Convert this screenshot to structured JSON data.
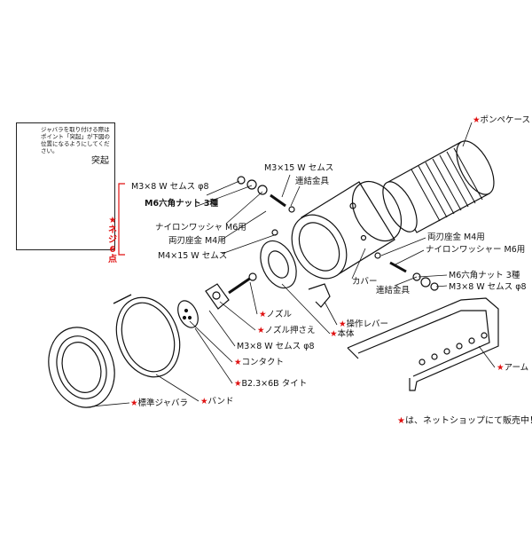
{
  "inset": {
    "note": "ジャバラを取り付ける際は ポイント「突起」が下図の位置になるようにしてください。",
    "protrusion": "突起"
  },
  "screw_group": {
    "bracket_text": "ネジ6点",
    "items": [
      "M3×8 W セムス φ8",
      "M6六角ナット 3種",
      "ナイロンワッシャ M6用",
      "両刃座金 M4用",
      "M4×15 W セムス"
    ]
  },
  "labels": {
    "pump_case": "ポンペケース",
    "m3x15": "M3×15 W セムス",
    "connector_top": "連結金具",
    "lock_washer_r": "両刃座金 M4用",
    "nylon_washer_r": "ナイロンワッシャー M6用",
    "hex_nut_r": "M6六角ナット 3種",
    "m3x8_r": "M3×8 W セムス φ8",
    "connector_r": "連結金具",
    "cover": "カバー",
    "lever": "操作レバー",
    "body": "本体",
    "nozzle": "ノズル",
    "nozzle_holder": "ノズル押さえ",
    "m3x8_bottom": "M3×8 W セムス φ8",
    "contact": "コンタクト",
    "tight": "B2.3×6B タイト",
    "band": "バンド",
    "bellows": "標準ジャバラ",
    "arm": "アーム"
  },
  "footnote": {
    "star": "★",
    "text": "は、ネットショップにて販売中！"
  }
}
